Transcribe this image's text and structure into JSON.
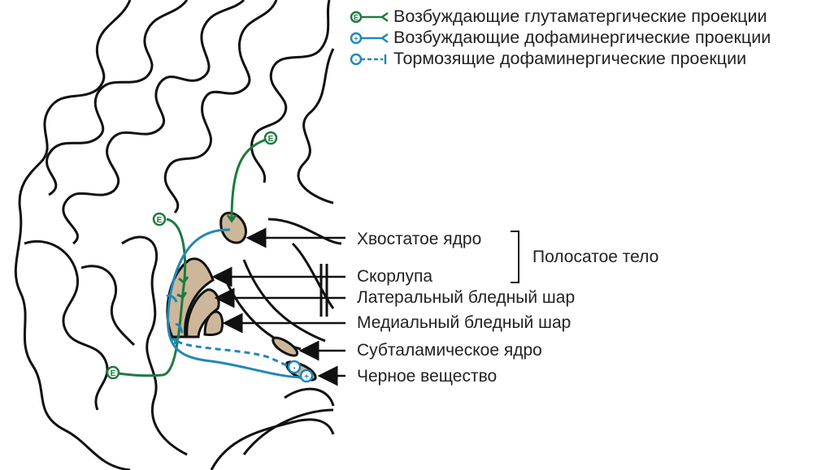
{
  "legend": [
    {
      "label": "Возбуждающие глутаматергические проекции",
      "symbol": "E",
      "line": "solid",
      "color": "#1f7a3f",
      "icon": "excitatory-glutamatergic-icon"
    },
    {
      "label": "Возбуждающие дофаминергические проекции",
      "symbol": "+",
      "line": "solid",
      "color": "#2188b6",
      "icon": "excitatory-dopaminergic-icon"
    },
    {
      "label": "Тормозящие дофаминергические проекции",
      "symbol": "-",
      "line": "dashed",
      "color": "#2188b6",
      "icon": "inhibitory-dopaminergic-icon"
    }
  ],
  "labels": {
    "caudate": "Хвостатое ядро",
    "putamen": "Скорлупа",
    "striatum": "Полосатое тело",
    "gpe": "Латеральный бледный шар",
    "gpi": "Медиальный бледный шар",
    "stn": "Субталамическое ядро",
    "sn": "Черное вещество"
  },
  "markers": {
    "excitatory": "E",
    "plus": "+",
    "minus": "-"
  },
  "colors": {
    "green": "#1f7a3f",
    "blue": "#2188b6",
    "tissue": "#cdb79b"
  }
}
